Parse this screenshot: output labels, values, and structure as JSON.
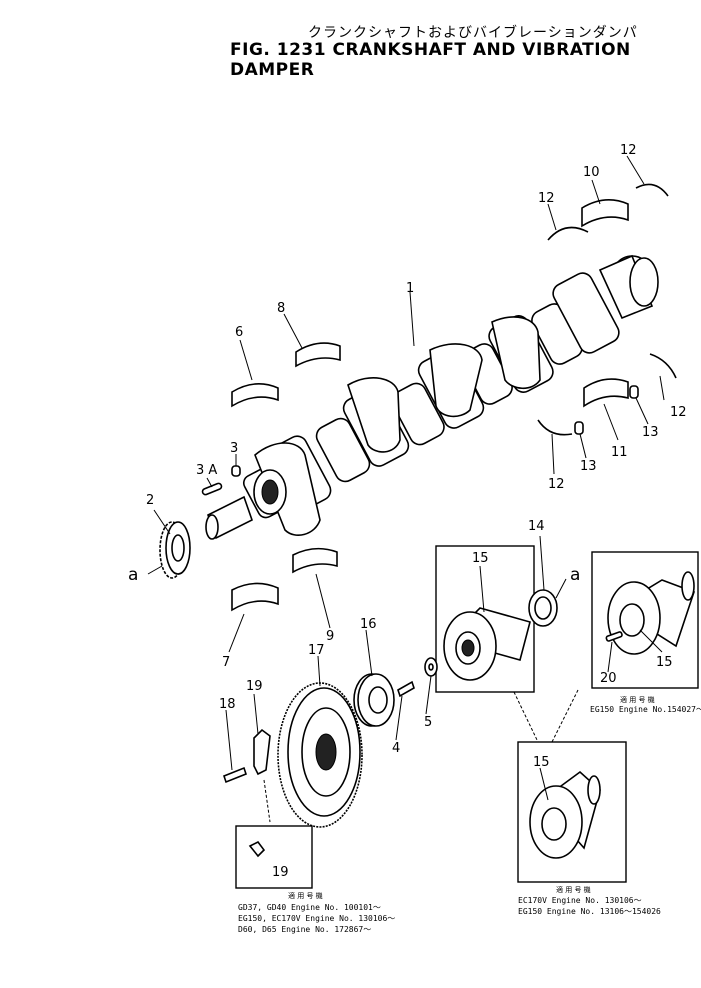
{
  "title": {
    "japanese": "クランクシャフトおよびバイブレーションダンパ",
    "english": "FIG. 1231  CRANKSHAFT AND VIBRATION DAMPER"
  },
  "callouts": {
    "n1": "1",
    "n2": "2",
    "n3": "3",
    "n3a": "3 A",
    "n4": "4",
    "n5": "5",
    "n6": "6",
    "n7": "7",
    "n8": "8",
    "n9": "9",
    "n10": "10",
    "n11": "11",
    "n12a": "12",
    "n12b": "12",
    "n12c": "12",
    "n12d": "12",
    "n13a": "13",
    "n13b": "13",
    "n14": "14",
    "n15a": "15",
    "n15b": "15",
    "n15c": "15",
    "n16": "16",
    "n17": "17",
    "n18": "18",
    "n19a": "19",
    "n19b": "19",
    "n20": "20",
    "a_left": "a",
    "a_right": "a"
  },
  "notes": {
    "upper_right": {
      "header": "適 用 号 機",
      "line1": "EG150 Engine No.154027～"
    },
    "lower_left": {
      "header": "適 用 号 機",
      "line1": "GD37,  GD40     Engine  No.  100101～",
      "line2": "EG150, EC170V   Engine  No.  130106～",
      "line3": "D60,   D65      Engine  No.  172867～"
    },
    "lower_right": {
      "header": "適 用 号 機",
      "line1": "EC170V  Engine No.  130106～",
      "line2": "EG150   Engine No.  13106～154026"
    }
  }
}
